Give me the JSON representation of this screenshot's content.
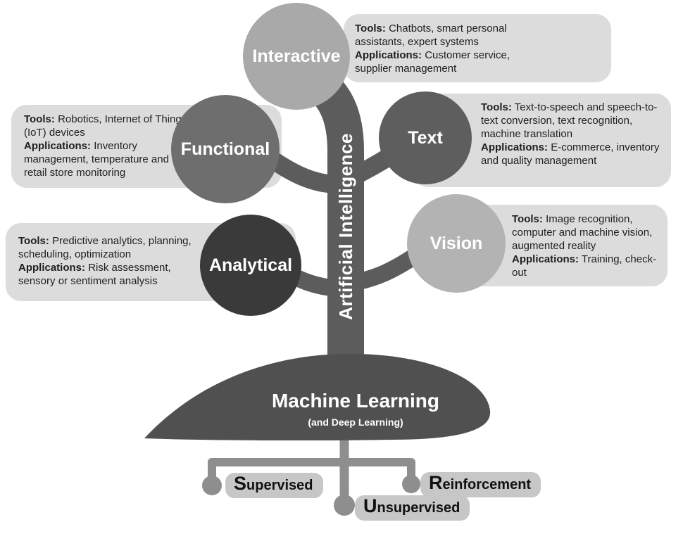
{
  "trunk": {
    "label": "Artificial Intelligence"
  },
  "labels": {
    "tools": "Tools:",
    "applications": "Applications:"
  },
  "branches": [
    {
      "id": "interactive",
      "label": "Interactive",
      "tools": "Chatbots, smart personal assistants, expert systems",
      "applications": "Customer service, supplier management"
    },
    {
      "id": "functional",
      "label": "Functional",
      "tools": "Robotics, Internet of Things (IoT) devices",
      "applications": "Inventory management, temperature and retail store monitoring"
    },
    {
      "id": "text",
      "label": "Text",
      "tools": "Text-to-speech and speech-to-text conversion, text recognition, machine translation",
      "applications": "E-commerce, inventory and quality management"
    },
    {
      "id": "analytical",
      "label": "Analytical",
      "tools": "Predictive analytics, planning, scheduling, optimization",
      "applications": "Risk assessment, sensory or sentiment analysis"
    },
    {
      "id": "vision",
      "label": "Vision",
      "tools": "Image recognition, computer and machine vision, augmented reality",
      "applications": "Training, check-out"
    }
  ],
  "leaf": {
    "title": "Machine Learning",
    "subtitle": "(and Deep Learning)"
  },
  "learning_types": [
    {
      "initial": "S",
      "rest": "upervised"
    },
    {
      "initial": "U",
      "rest": "nsupervised"
    },
    {
      "initial": "R",
      "rest": "einforcement"
    }
  ],
  "colors": {
    "trunk": "#5c5c5c",
    "leaf": "#505050",
    "box_bg": "#dcdcdc",
    "circle_interactive": "#a9a9a9",
    "circle_functional": "#6e6e6e",
    "circle_text": "#5e5e5e",
    "circle_analytical": "#3a3a3a",
    "circle_vision": "#b3b3b3",
    "connector": "#8e8e8e",
    "pill_bg": "#c7c7c7"
  }
}
